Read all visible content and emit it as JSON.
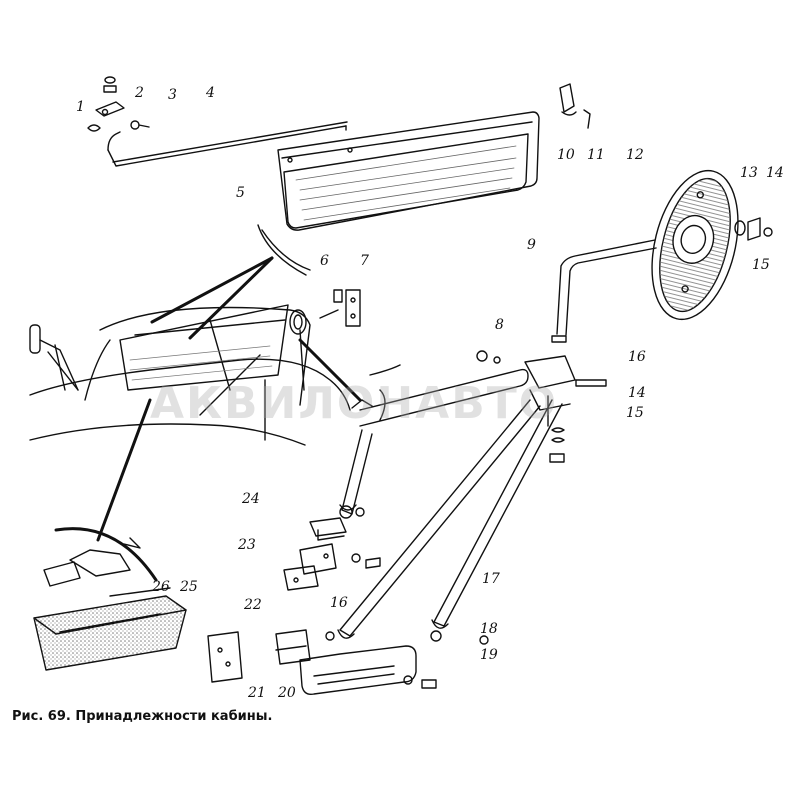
{
  "caption": "Рис. 69. Принадлежности кабины.",
  "watermark": "АКВИЛОНАВТО",
  "part_labels": {
    "p1": "1",
    "p2": "2",
    "p3": "3",
    "p4": "4",
    "p5": "5",
    "p6": "6",
    "p7": "7",
    "p8": "8",
    "p9": "9",
    "p10": "10",
    "p11": "11",
    "p12": "12",
    "p13": "13",
    "p14a": "14",
    "p15a": "15",
    "p16a": "16",
    "p14b": "14",
    "p15b": "15",
    "p17": "17",
    "p18": "18",
    "p19": "19",
    "p20": "20",
    "p21": "21",
    "p22": "22",
    "p23": "23",
    "p24": "24",
    "p25": "25",
    "p26": "26",
    "p16b": "16"
  }
}
